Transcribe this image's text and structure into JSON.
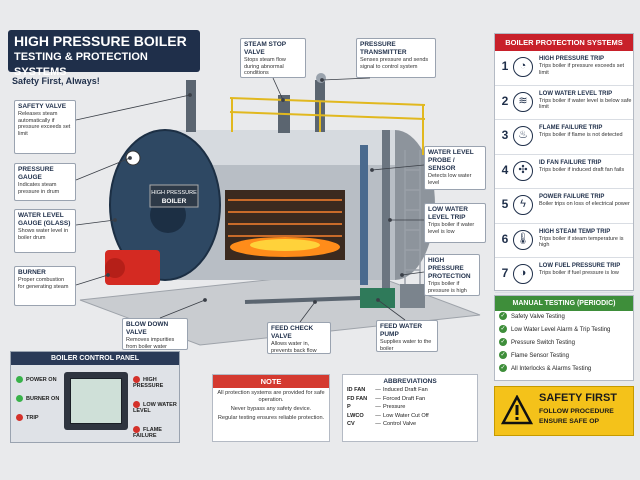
{
  "title": {
    "line1": "HIGH PRESSURE BOILER",
    "line2": "TESTING & PROTECTION SYSTEMS"
  },
  "tagline": "Safety First, Always!",
  "boiler_plate": {
    "line1": "HIGH PRESSURE",
    "line2": "BOILER"
  },
  "callouts": {
    "safety_valve": {
      "title": "SAFETY VALVE",
      "body": "Releases steam automatically if pressure exceeds set limit"
    },
    "pressure_gauge": {
      "title": "PRESSURE GAUGE",
      "body": "Indicates steam pressure in drum"
    },
    "water_level_gauge": {
      "title": "WATER LEVEL GAUGE (GLASS)",
      "body": "Shows water level in boiler drum"
    },
    "burner": {
      "title": "BURNER",
      "body": "Proper combustion for generating steam"
    },
    "steam_stop_valve": {
      "title": "STEAM STOP VALVE",
      "body": "Stops steam flow during abnormal conditions"
    },
    "pressure_transmitter": {
      "title": "PRESSURE TRANSMITTER",
      "body": "Senses pressure and sends signal to control system"
    },
    "water_level_probe": {
      "title": "WATER LEVEL PROBE / SENSOR",
      "body": "Detects low water level"
    },
    "low_water_level": {
      "title": "LOW WATER LEVEL TRIP",
      "body": "Trips boiler if water level is low"
    },
    "high_pressure_protection": {
      "title": "HIGH PRESSURE PROTECTION",
      "body": "Trips boiler if pressure is high"
    },
    "blow_down_valve": {
      "title": "BLOW DOWN VALVE",
      "body": "Removes impurities from boiler water"
    },
    "feed_check_valve": {
      "title": "FEED CHECK VALVE",
      "body": "Allows water in, prevents back flow"
    },
    "feed_water_pump": {
      "title": "FEED WATER PUMP",
      "body": "Supplies water to the boiler"
    }
  },
  "protection": {
    "heading": "BOILER PROTECTION SYSTEMS",
    "items": [
      {
        "num": "1",
        "icon": "gauge-icon",
        "glyph": "◔",
        "title": "HIGH PRESSURE TRIP",
        "body": "Trips boiler if pressure exceeds set limit"
      },
      {
        "num": "2",
        "icon": "water-level-icon",
        "glyph": "≋",
        "title": "LOW WATER LEVEL TRIP",
        "body": "Trips boiler if water level is below safe limit"
      },
      {
        "num": "3",
        "icon": "flame-icon",
        "glyph": "♨",
        "title": "FLAME FAILURE TRIP",
        "body": "Trips boiler if flame is not detected"
      },
      {
        "num": "4",
        "icon": "fan-icon",
        "glyph": "✣",
        "title": "ID FAN FAILURE TRIP",
        "body": "Trips boiler if induced draft fan fails"
      },
      {
        "num": "5",
        "icon": "power-icon",
        "glyph": "ϟ",
        "title": "POWER FAILURE TRIP",
        "body": "Boiler trips on loss of electrical power"
      },
      {
        "num": "6",
        "icon": "thermometer-icon",
        "glyph": "🌡",
        "title": "HIGH STEAM TEMP TRIP",
        "body": "Trips boiler if steam temperature is high"
      },
      {
        "num": "7",
        "icon": "fuel-gauge-icon",
        "glyph": "◑",
        "title": "LOW FUEL PRESSURE TRIP",
        "body": "Trips boiler if fuel pressure is low"
      }
    ]
  },
  "manual_testing": {
    "heading": "MANUAL TESTING (PERIODIC)",
    "items": [
      "Safety Valve Testing",
      "Low Water Level Alarm & Trip Testing",
      "Pressure Switch Testing",
      "Flame Sensor Testing",
      "All Interlocks & Alarms Testing"
    ]
  },
  "safety_badge": {
    "title": "SAFETY FIRST",
    "line2": "FOLLOW PROCEDURE",
    "line3": "ENSURE SAFE OP"
  },
  "control_panel": {
    "heading": "BOILER CONTROL PANEL",
    "left_lights": [
      {
        "label": "POWER ON",
        "color": "#38b24a"
      },
      {
        "label": "BURNER ON",
        "color": "#38b24a"
      },
      {
        "label": "TRIP",
        "color": "#d4312a"
      }
    ],
    "right_lights": [
      {
        "label": "HIGH PRESSURE",
        "color": "#d4312a"
      },
      {
        "label": "LOW WATER LEVEL",
        "color": "#d4312a"
      },
      {
        "label": "FLAME FAILURE",
        "color": "#d4312a"
      }
    ]
  },
  "note": {
    "heading": "NOTE",
    "line1": "All protection systems are provided for safe operation.",
    "line2": "Never bypass any safety device.",
    "line3": "Regular testing ensures reliable protection."
  },
  "abbreviations": {
    "heading": "ABBREVIATIONS",
    "rows": [
      {
        "key": "ID FAN",
        "value": "Induced Draft Fan"
      },
      {
        "key": "FD FAN",
        "value": "Forced Draft Fan"
      },
      {
        "key": "P",
        "value": "Pressure"
      },
      {
        "key": "LWCO",
        "value": "Low Water Cut Off"
      },
      {
        "key": "CV",
        "value": "Control Valve"
      }
    ]
  },
  "colors": {
    "navy": "#1f2f4a",
    "red": "#c8202a",
    "green": "#3e8e3a",
    "yellow": "#f4c21a"
  }
}
